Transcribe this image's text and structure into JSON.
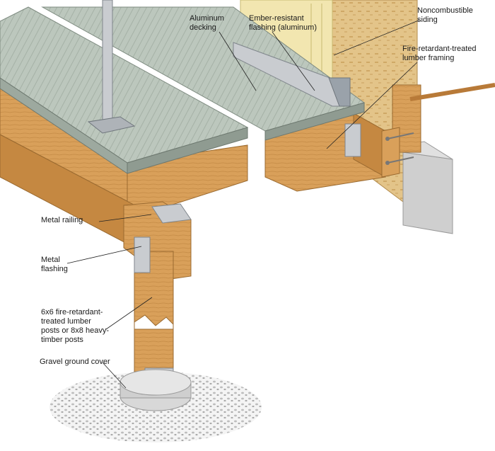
{
  "labels": {
    "aluminum_decking": "Aluminum\ndecking",
    "ember_flashing": "Ember-resistant\nflashing (aluminum)",
    "noncombustible_siding": "Noncombustible\nsiding",
    "framing": "Fire-retardant-treated\nlumber framing",
    "metal_railing": "Metal railing",
    "metal_flashing": "Metal\nflashing",
    "posts": "6x6 fire-retardant-\ntreated lumber\nposts or 8x8 heavy-\ntimber posts",
    "gravel": "Gravel ground cover"
  },
  "colors": {
    "wood": "#d9a05a",
    "wood_dark": "#b87a38",
    "decking": "#b9c4ba",
    "metal": "#c9ccd0",
    "siding": "#f2e6b0",
    "concrete": "#cfcfcf"
  }
}
